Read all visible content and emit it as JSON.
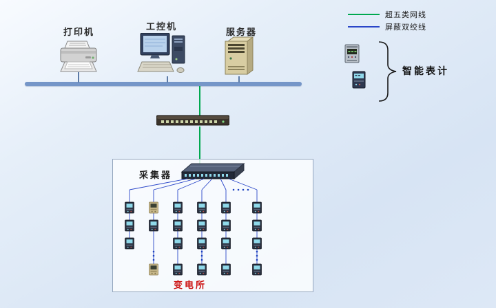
{
  "diagram": {
    "legend": {
      "items": [
        {
          "label": "超五类网线",
          "color": "#00a84f"
        },
        {
          "label": "屏蔽双绞线",
          "color": "#2a46c8"
        }
      ]
    },
    "devices": {
      "printer_label": "打印机",
      "ipc_label": "工控机",
      "server_label": "服务器"
    },
    "smart_meters_label": "智能表计",
    "collector_label": "采集器",
    "station_label": "变电所",
    "colors": {
      "bus_line": "#7596c8",
      "cat5_line": "#00a84f",
      "twisted_pair_line": "#2a46c8",
      "station_label_color": "#cc1111"
    }
  }
}
